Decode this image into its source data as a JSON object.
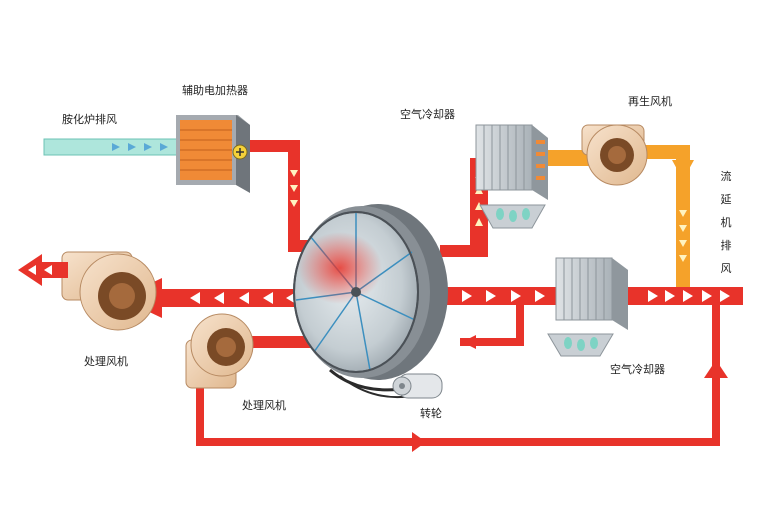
{
  "labels": {
    "furnace_exhaust": "胺化炉排风",
    "aux_heater": "辅助电加热器",
    "air_cooler_top": "空气冷却器",
    "regen_fan": "再生风机",
    "exhaust_vertical": "流延机排风",
    "process_fan_left": "处理风机",
    "process_fan_center": "处理风机",
    "rotor": "转轮",
    "air_cooler_bottom": "空气冷却器"
  },
  "colors": {
    "process_air": "#e8332a",
    "regen_air": "#f5a22a",
    "inlet_air": "#aee6dc",
    "fan_body": "#f2d3b5",
    "heater_core": "#f08a36",
    "cooler_fin": "#c8cdd2",
    "rotor_rim": "#7b8188"
  },
  "icons": [
    "heater-icon",
    "fan-icon",
    "cooler-coil-icon",
    "drip-tray-icon",
    "desiccant-rotor-icon",
    "drive-motor-icon"
  ]
}
